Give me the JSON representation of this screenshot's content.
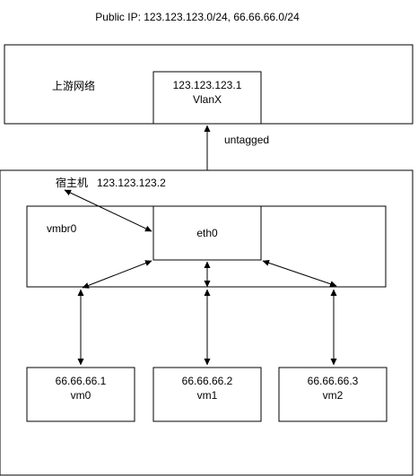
{
  "title": "Public IP: 123.123.123.0/24, 66.66.66.0/24",
  "upstream": {
    "label": "上游网络",
    "gateway_ip": "123.123.123.1",
    "gateway_iface": "VlanX"
  },
  "link_label": "untagged",
  "host": {
    "label": "宿主机",
    "ip": "123.123.123.2",
    "bridge": "vmbr0",
    "nic": "eth0"
  },
  "vms": [
    {
      "ip": "66.66.66.1",
      "name": "vm0"
    },
    {
      "ip": "66.66.66.2",
      "name": "vm1"
    },
    {
      "ip": "66.66.66.3",
      "name": "vm2"
    }
  ],
  "colors": {
    "stroke": "#000000",
    "background": "#ffffff",
    "text": "#000000"
  }
}
